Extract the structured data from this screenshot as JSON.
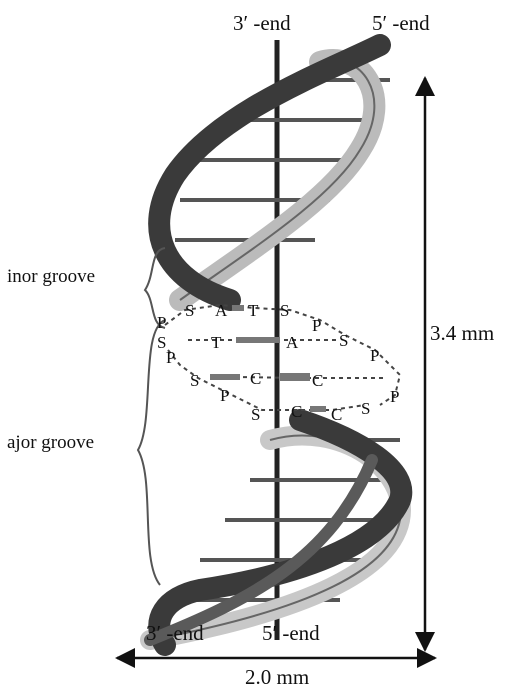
{
  "labels": {
    "top_left_end": "3′ -end",
    "top_right_end": "5′ -end",
    "bottom_left_end": "3′ -end",
    "bottom_right_end": "5′ -end",
    "minor_groove": "inor groove",
    "major_groove": "ajor groove",
    "height": "3.4 mm",
    "width": "2.0 mm"
  },
  "strand_units": {
    "S1": "S",
    "A1": "A",
    "T1": "T",
    "S2": "S",
    "P1": "P",
    "S3": "S",
    "P2": "P",
    "P3": "P",
    "S4": "S",
    "T2": "T",
    "A2": "A",
    "P4": "P",
    "S5": "S",
    "C1": "C",
    "C2": "C",
    "P5": "P",
    "S6": "S",
    "C3": "C",
    "C4": "C",
    "S7": "S",
    "P6": "P"
  }
}
